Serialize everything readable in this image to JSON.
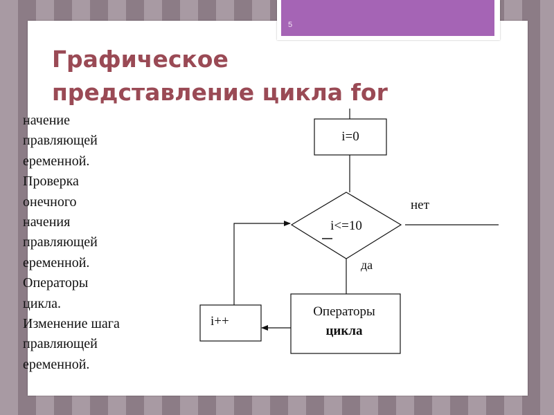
{
  "slide": {
    "number": "5",
    "title_line1": "Графическое",
    "title_line2": "представление цикла for"
  },
  "left_list": [
    "начение",
    "правляющей",
    "еременной.",
    "Проверка",
    "онечного",
    "начения",
    "правляющей",
    "еременной.",
    "Операторы",
    "цикла.",
    "Изменение шага",
    "правляющей",
    "еременной."
  ],
  "flowchart": {
    "init_label": "i=0",
    "condition_label": "i<=10",
    "no_label": "нет",
    "yes_label": "да",
    "body_line1": "Операторы",
    "body_line2": "цикла",
    "step_label": "i++"
  },
  "colors": {
    "title": "#9a4a55",
    "number_bar": "#a564b5",
    "background": "#9a8a94"
  }
}
